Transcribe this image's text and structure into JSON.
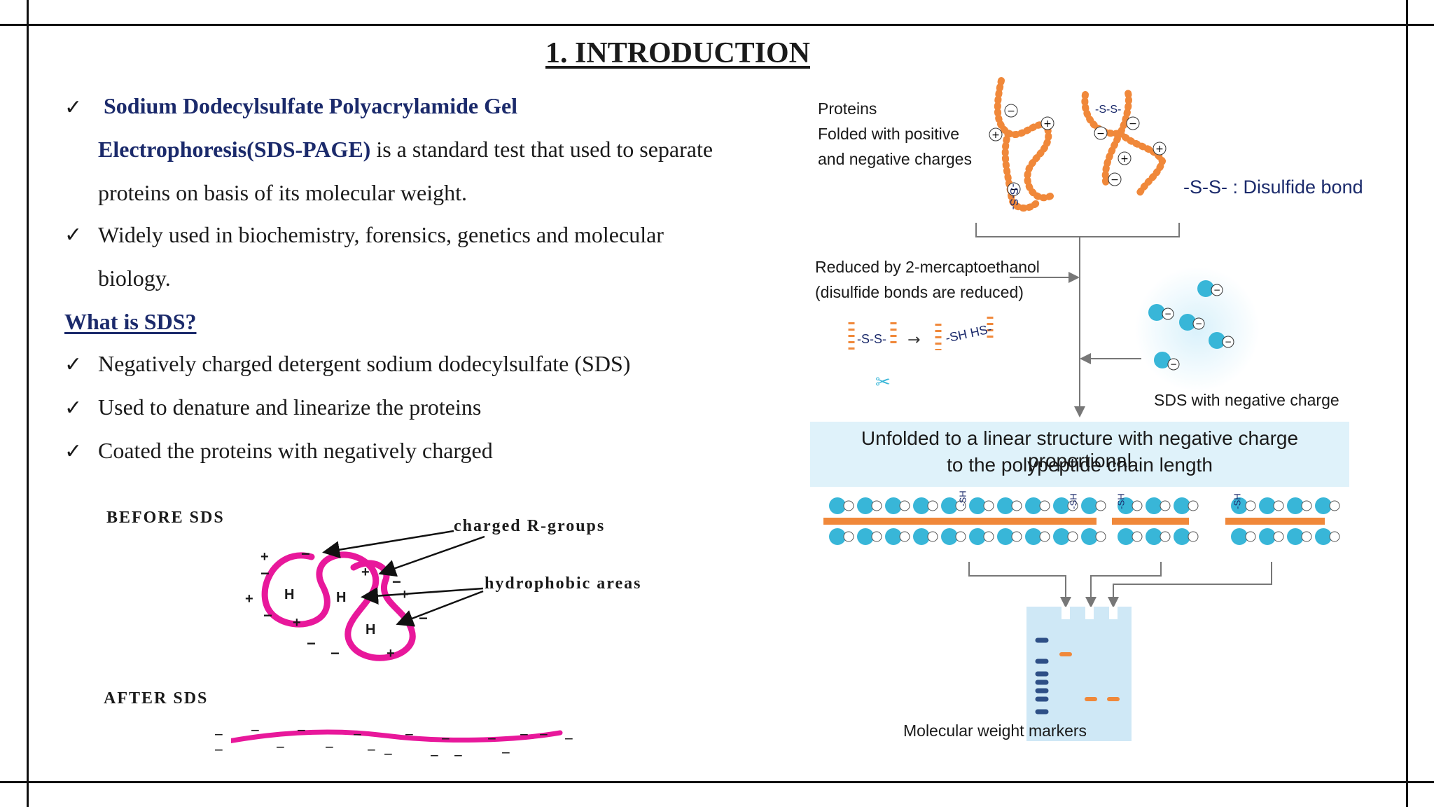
{
  "slide": {
    "title": "1. INTRODUCTION"
  },
  "bullets": {
    "check_mark": "✓",
    "b1_bold_a": "Sodium Dodecylsulfate Polyacrylamide Gel",
    "b1_bold_b": "Electrophoresis(SDS-PAGE)",
    "b1_rest": " is a standard test that used to separate",
    "b1_line3": "proteins on basis of its molecular weight.",
    "b2_line1": "Widely used in biochemistry, forensics, genetics and molecular",
    "b2_line2": "biology.",
    "heading_sds": "What is SDS?",
    "b3": "Negatively charged detergent sodium dodecylsulfate (SDS)",
    "b4": "Used to denature and linearize the proteins",
    "b5": "Coated the proteins with negatively charged"
  },
  "left_figure": {
    "before_label": "BEFORE SDS",
    "after_label": "AFTER SDS",
    "charged_label": "charged R-groups",
    "hydrophobic_label": "hydrophobic areas",
    "h_letter": "H",
    "plus": "+",
    "minus": "−"
  },
  "right_figure": {
    "proteins_l1": "Proteins",
    "proteins_l2": "Folded with positive",
    "proteins_l3": "and negative charges",
    "disulfide": "-S-S- : Disulfide bond",
    "ss_tag": "-S-S-",
    "reduced_l1": "Reduced by 2-mercaptoethanol",
    "reduced_l2": "(disulfide bonds are reduced)",
    "sh_tag": "-SH HS-",
    "sh_small": "-SH",
    "sds_label": "SDS with negative charge",
    "band_l1": "Unfolded to a linear structure with negative charge proportional",
    "band_l2": "to the polypeptide chain length",
    "markers": "Molecular weight markers",
    "colors": {
      "chain": "#f0883a",
      "sds_head": "#38b6d8",
      "gel_band": "#2e4f86",
      "accent_text": "#1b2a6b",
      "strand": "#e8189b"
    }
  }
}
